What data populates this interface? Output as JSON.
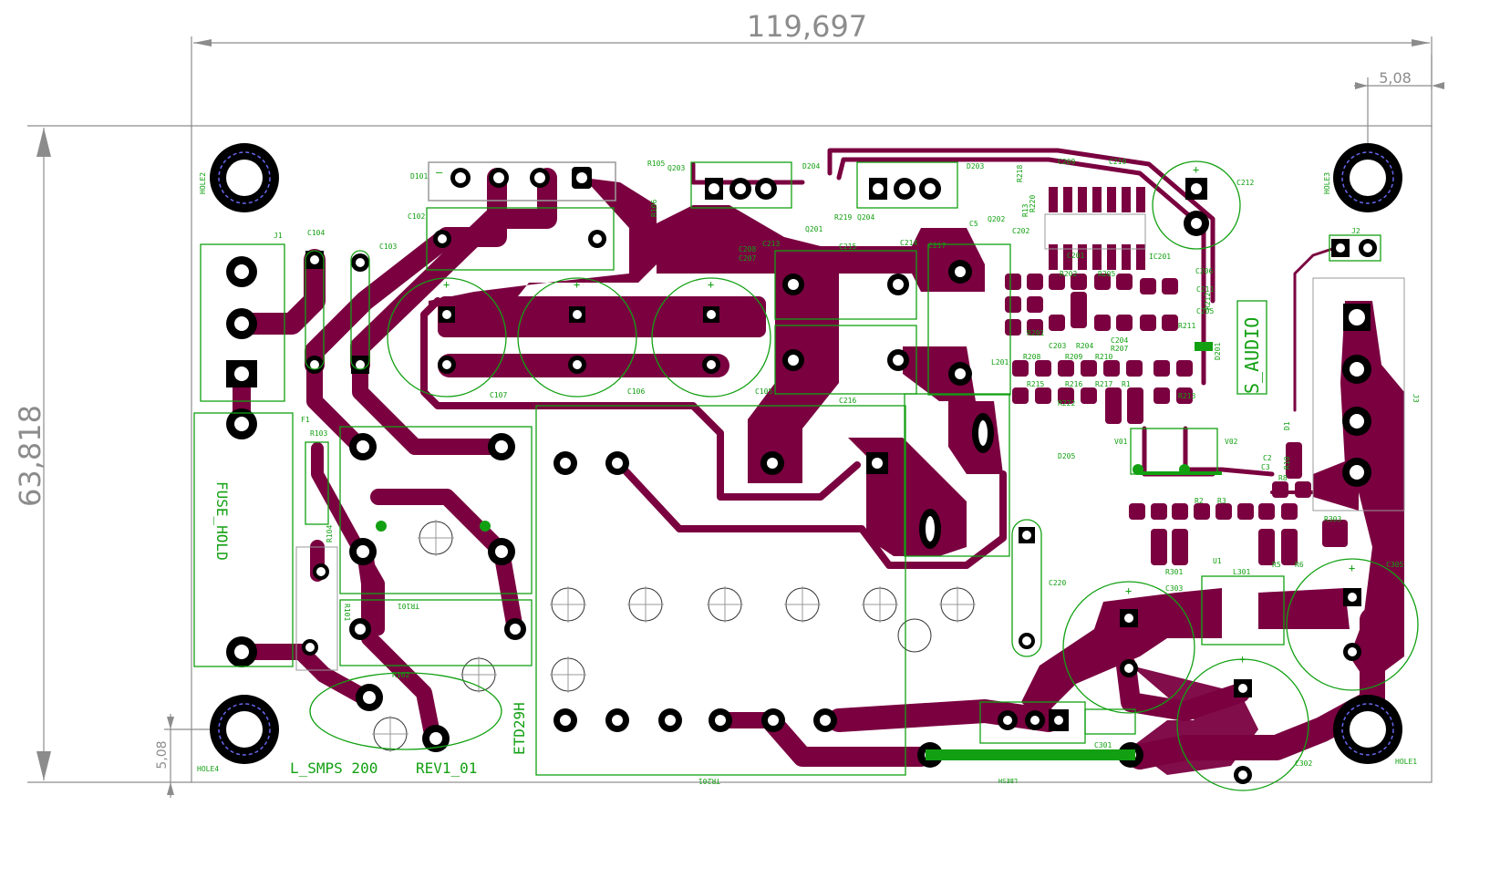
{
  "view": "PCB layout - top view",
  "dimensions": {
    "width": "119,697",
    "height": "63,818",
    "hole_offset_top_right": "5,08",
    "hole_offset_bottom_left": "5,08"
  },
  "board_text": {
    "title": "L_SMPS 200",
    "revision": "REV1_01",
    "fuse_label": "FUSE_HOLD",
    "transformer_label": "ETD29H",
    "audio_label": "S_AUDIO"
  },
  "colors": {
    "copper": "#7a0040",
    "silkscreen": "#12a012",
    "pads": "#000000",
    "dimension": "#8c8c8c",
    "mounting_outline": "#6666ee"
  },
  "mounting_holes": [
    "HOLE1",
    "HOLE2",
    "HOLE3",
    "HOLE4"
  ],
  "designators": {
    "j1": "J1",
    "j2": "J2",
    "j3": "J3",
    "f1": "F1",
    "d101": "D101",
    "c102": "C102",
    "c103": "C103",
    "c104": "C104",
    "c105": "C105",
    "c106": "C106",
    "c107": "C107",
    "r101": "R101",
    "r102": "R102",
    "r103": "R103",
    "r104": "R104",
    "r105": "R105",
    "r106": "R106",
    "tr101": "TR101",
    "tr201": "TR201",
    "q201": "Q201",
    "q202": "Q202",
    "q203": "Q203",
    "q204": "Q204",
    "d201": "D201",
    "d203": "D203",
    "d204": "D204",
    "d205": "D205",
    "c5": "C5",
    "c201": "C201",
    "c202": "C202",
    "c203": "C203",
    "c204": "C204",
    "c205": "C205",
    "c206": "C206",
    "c207": "C207",
    "c208": "C208",
    "c209": "C209",
    "c210": "C210",
    "c211": "C211",
    "c212": "C212",
    "c213": "C213",
    "c214": "C214",
    "c215": "C215",
    "c216": "C216",
    "c217": "C217",
    "c220": "C220",
    "ic201": "IC201",
    "l201": "L201",
    "l301": "L301",
    "r1": "R1",
    "r2": "R2",
    "r3": "R3",
    "r5": "R5",
    "r6": "R6",
    "r8": "R8",
    "r10": "R10",
    "r13": "R13",
    "r201": "R201",
    "r202": "R202",
    "r204": "R204",
    "r205": "R205",
    "r207": "R207",
    "r208": "R208",
    "r209": "R209",
    "r210": "R210",
    "r211": "R211",
    "r212": "R212",
    "r213": "R213",
    "r215": "R215",
    "r216": "R216",
    "r217": "R217",
    "r218": "R218",
    "r219": "R219",
    "r220": "R220",
    "r222": "R222",
    "r301": "R301",
    "r303": "R303",
    "c2": "C2",
    "c3": "C3",
    "c301": "C301",
    "c302": "C302",
    "c303": "C303",
    "c305": "C305",
    "v01": "V01",
    "v02": "V02",
    "u1": "U1",
    "d1": "D1",
    "lbesh": "LBESH"
  }
}
